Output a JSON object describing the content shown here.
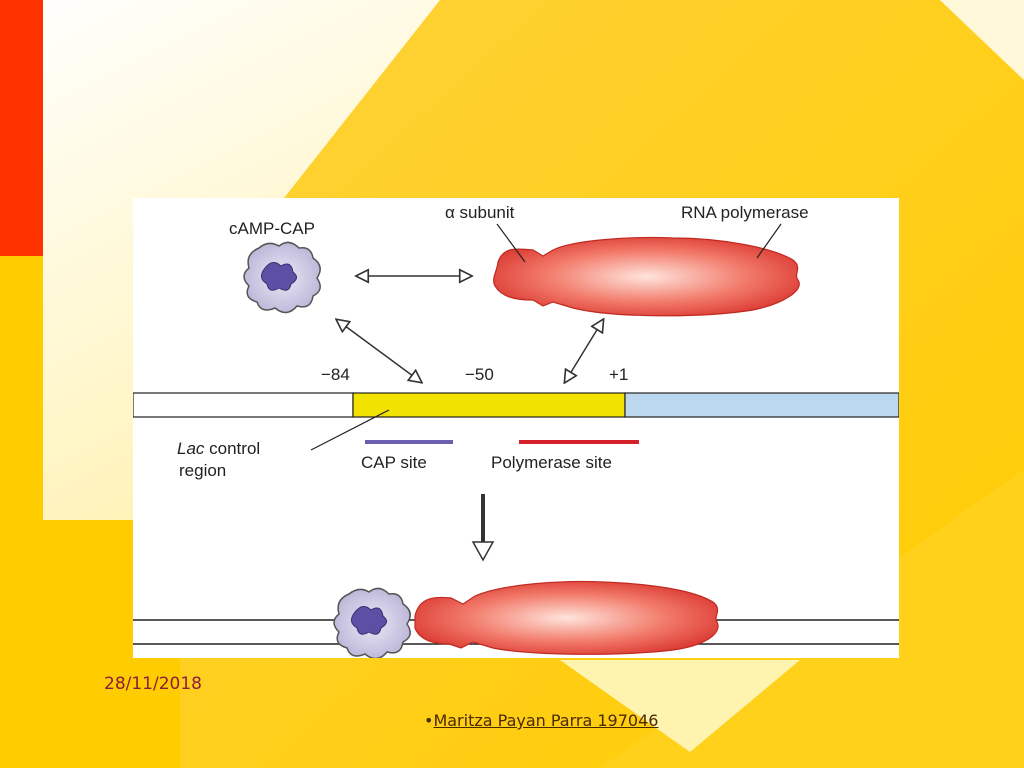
{
  "slide": {
    "date": "28/11/2018",
    "footer_bullet": "•",
    "footer_link": "Maritza Payan Parra 197046"
  },
  "figure": {
    "camp_cap_label": "cAMP-CAP",
    "alpha_subunit_label": "α subunit",
    "rna_polymerase_label": "RNA polymerase",
    "position_minus84": "−84",
    "position_minus50": "−50",
    "position_plus1": "+1",
    "lac_control_label_italic": "Lac",
    "lac_control_label_rest": " control",
    "lac_control_label_line2": "region",
    "cap_site_label": "CAP site",
    "polymerase_site_label": "Polymerase site"
  },
  "colors": {
    "slide_background": "#ffcc00",
    "left_bar_top": "#ff3300",
    "lac_region": "#f2e200",
    "downstream_dna": "#bcd8ee",
    "cap_site_line": "#6b5fb0",
    "polymerase_site_line": "#d4202a",
    "polymerase_fill": "#ef5a4a",
    "cap_protein_fill": "#c4c0dc",
    "camp_core_fill": "#5c4fa4"
  }
}
